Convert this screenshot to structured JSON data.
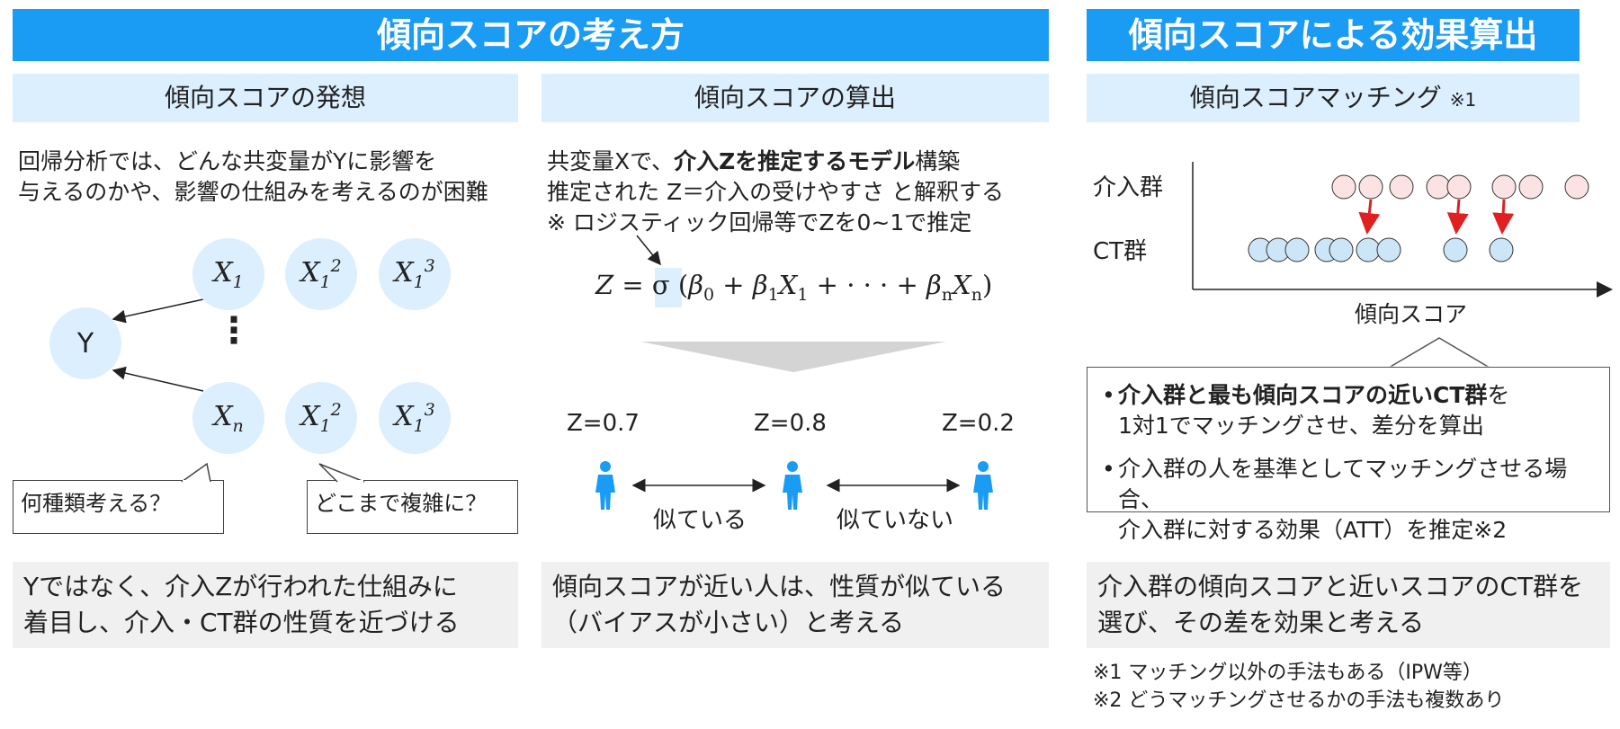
{
  "left_title": "傾向スコアの考え方",
  "right_title": "傾向スコアによる効果算出",
  "panel1": {
    "title": "傾向スコアの発想",
    "desc1": "回帰分析では、どんな共変量がYに影響を",
    "desc2": "与えるのかや、影響の仕組みを考えるのが困難",
    "y_node": "Y",
    "dots": "⋮",
    "callout_left": "何種類考える？",
    "callout_right": "どこまで複雑に？",
    "summary1": "Yではなく、介入Zが行われた仕組みに",
    "summary2": "着目し、介入・CT群の性質を近づける"
  },
  "panel2": {
    "title": "傾向スコアの算出",
    "desc1_pre": "共変量Xで、",
    "desc1_bold": "介入Zを推定するモデル",
    "desc1_post": "構築",
    "desc2": "推定された Z＝介入の受けやすさ と解釈する",
    "desc3": "※ ロジスティック回帰等でZを0~1で推定",
    "z_values": [
      "Z=0.7",
      "Z=0.8",
      "Z=0.2"
    ],
    "similar": "似ている",
    "not_similar": "似ていない",
    "summary1": "傾向スコアが近い人は、性質が似ている",
    "summary2": "（バイアスが小さい）と考える"
  },
  "panel3": {
    "title": "傾向スコアマッチング",
    "title_note": "※1",
    "treated_label": "介入群",
    "ct_label": "CT群",
    "x_axis": "傾向スコア",
    "bullet1_bold": "介入群と最も傾向スコアの近いCT群",
    "bullet1_post": "を",
    "bullet1_line2": "1対1でマッチングさせ、差分を算出",
    "bullet2_line1": "介入群の人を基準としてマッチングさせる場合、",
    "bullet2_line2": "介入群に対する効果（ATT）を推定※2",
    "summary1": "介入群の傾向スコアと近いスコアのCT群を",
    "summary2": "選び、その差を効果と考える",
    "note1": "※1 マッチング以外の手法もある（IPW等）",
    "note2": "※2 どうマッチングさせるかの手法も複数あり"
  },
  "colors": {
    "header": "#1a9cf5",
    "sub": "#dcefff",
    "treated": "#fbe3e3",
    "control": "#cce6f8",
    "arrow": "#e02020",
    "person": "#1a9cf5"
  }
}
